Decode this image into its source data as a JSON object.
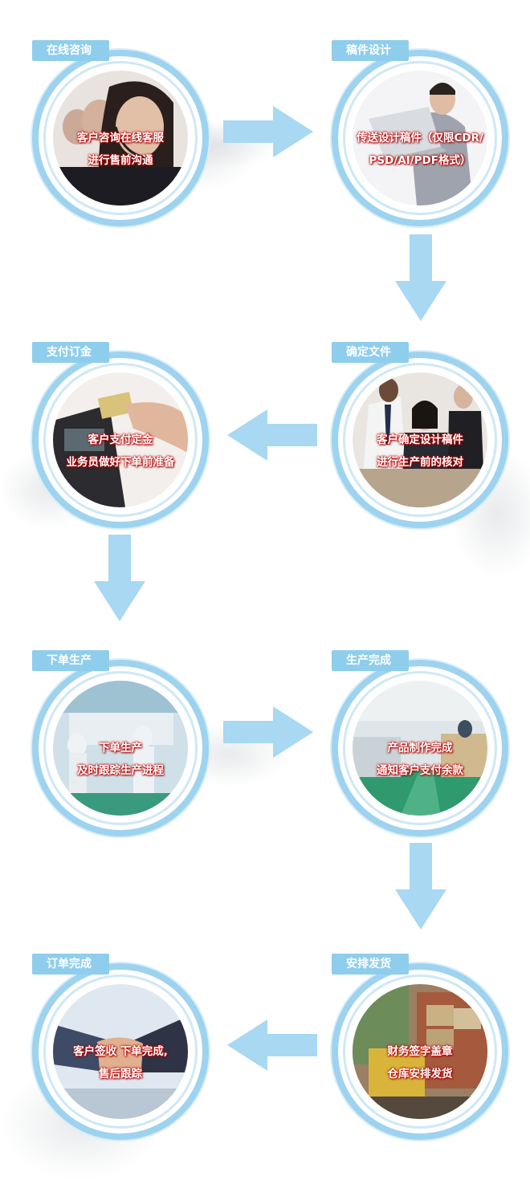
{
  "colors": {
    "ring": "#9ed3ef",
    "tag": "#8fcdec",
    "arrow": "#a8d8f2",
    "caption_glow": "#c00000"
  },
  "steps": [
    {
      "title": "在线咨询",
      "line1": "客户咨询在线客服",
      "line2": "进行售前沟通",
      "photo": "call-center-photo"
    },
    {
      "title": "稿件设计",
      "line1": "传送设计稿件（仅限CDR/",
      "line2": "PSD/AI/PDF格式）",
      "photo": "laptop-designer-photo"
    },
    {
      "title": "确定文件",
      "line1": "客户确定设计稿件",
      "line2": "进行生产前的核对",
      "photo": "office-team-photo"
    },
    {
      "title": "支付订金",
      "line1": "客户支付定金",
      "line2": "业务员做好下单前准备",
      "photo": "card-payment-photo"
    },
    {
      "title": "下单生产",
      "line1": "下单生产",
      "line2": "及时跟踪生产进程",
      "photo": "factory-workers-photo"
    },
    {
      "title": "生产完成",
      "line1": "产品制作完成",
      "line2": "通知客户支付余款",
      "photo": "factory-floor-photo"
    },
    {
      "title": "安排发货",
      "line1": "财务签字盖章",
      "line2": "仓库安排发货",
      "photo": "warehouse-truck-photo"
    },
    {
      "title": "订单完成",
      "line1": "客户签收 下单完成,",
      "line2": "售后跟踪",
      "photo": "handshake-photo"
    }
  ]
}
